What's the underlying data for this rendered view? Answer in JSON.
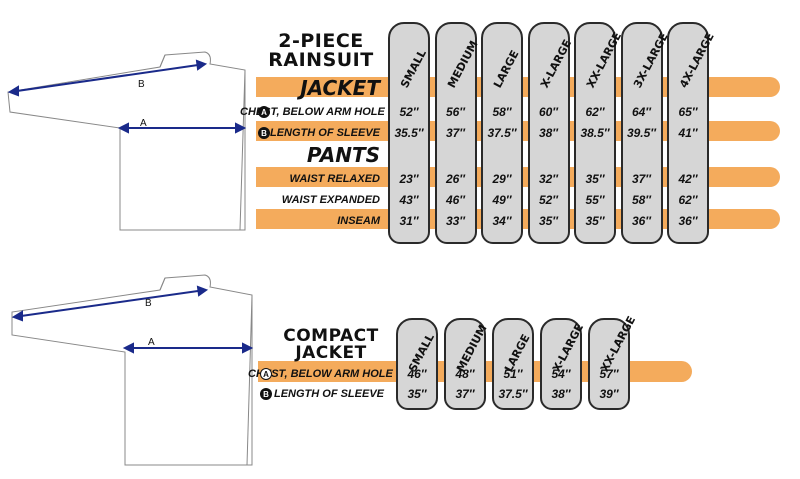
{
  "rainsuit": {
    "title_line1": "2-PIECE",
    "title_line2": "RAINSUIT",
    "sizes": [
      "SMALL",
      "MEDIUM",
      "LARGE",
      "X-LARGE",
      "XX-LARGE",
      "3X-LARGE",
      "4X-LARGE"
    ],
    "jacket_label": "JACKET",
    "pants_label": "PANTS",
    "rows": [
      {
        "badge": "A",
        "label": "CHEST, BELOW ARM HOLE",
        "values": [
          "52″",
          "56″",
          "58″",
          "60″",
          "62″",
          "64″",
          "65″"
        ],
        "band": false
      },
      {
        "badge": "B",
        "label": "LENGTH OF SLEEVE",
        "values": [
          "35.5″",
          "37″",
          "37.5″",
          "38″",
          "38.5″",
          "39.5″",
          "41″"
        ],
        "band": true
      },
      {
        "badge": "",
        "label": "WAIST RELAXED",
        "values": [
          "23″",
          "26″",
          "29″",
          "32″",
          "35″",
          "37″",
          "42″"
        ],
        "band": true
      },
      {
        "badge": "",
        "label": "WAIST EXPANDED",
        "values": [
          "43″",
          "46″",
          "49″",
          "52″",
          "55″",
          "58″",
          "62″"
        ],
        "band": false
      },
      {
        "badge": "",
        "label": "INSEAM",
        "values": [
          "31″",
          "33″",
          "34″",
          "35″",
          "35″",
          "36″",
          "36″"
        ],
        "band": true
      }
    ]
  },
  "compact": {
    "title_line1": "COMPACT",
    "title_line2": "JACKET",
    "sizes": [
      "SMALL",
      "MEDIUM",
      "LARGE",
      "X-LARGE",
      "XX-LARGE"
    ],
    "rows": [
      {
        "badge": "A",
        "label": "CHEST, BELOW ARM HOLE",
        "values": [
          "46″",
          "48″",
          "51″",
          "54″",
          "57″"
        ],
        "band": true
      },
      {
        "badge": "B",
        "label": "LENGTH OF SLEEVE",
        "values": [
          "35″",
          "37″",
          "37.5″",
          "38″",
          "39″"
        ],
        "band": false
      }
    ]
  },
  "diagram": {
    "label_a": "A",
    "label_b": "B"
  },
  "colors": {
    "band": "#f4ab5c",
    "column_fill": "#d6d6d6",
    "column_stroke": "#2a2a2a"
  }
}
